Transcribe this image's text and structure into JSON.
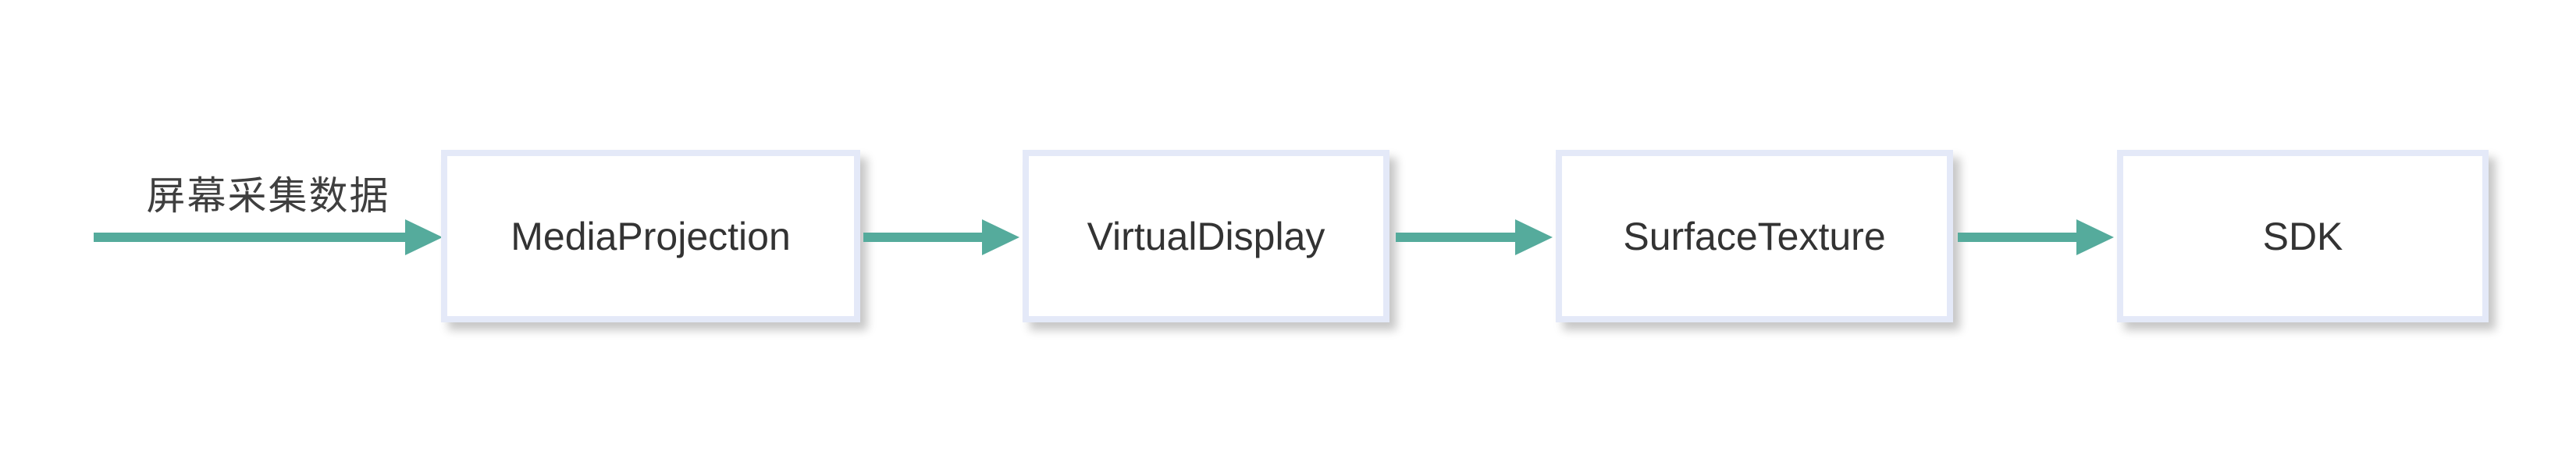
{
  "diagram": {
    "input_label": "屏幕采集数据",
    "nodes": [
      {
        "label": "MediaProjection"
      },
      {
        "label": "VirtualDisplay"
      },
      {
        "label": "SurfaceTexture"
      },
      {
        "label": "SDK"
      }
    ],
    "flow_direction": "left-to-right"
  },
  "colors": {
    "arrow": "#55ab9c",
    "node_border": "#e4e9f8",
    "node_fill": "#ffffff",
    "node_text": "#333333",
    "label_text": "#3f3f3f",
    "page_bg": "#ffffff"
  }
}
